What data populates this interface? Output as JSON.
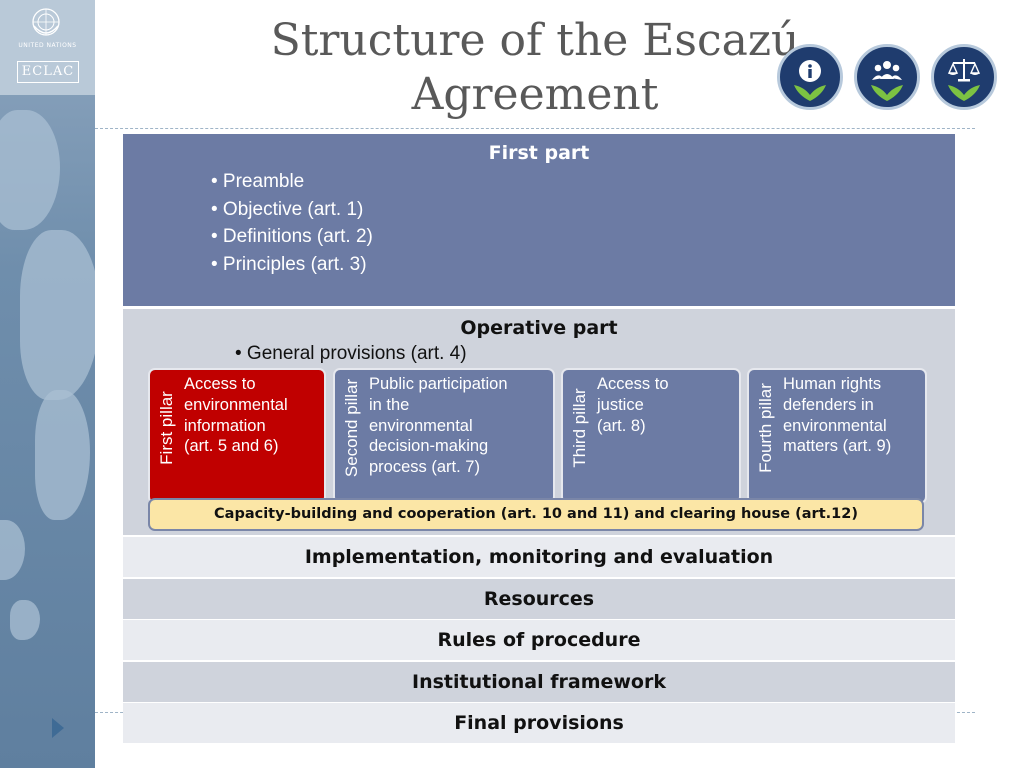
{
  "sidebar": {
    "un_text": "UNITED NATIONS",
    "eclac_text": "ECLAC"
  },
  "title": "Structure of the Escazú Agreement",
  "icons": [
    "info-icon",
    "people-icon",
    "justice-scales-icon"
  ],
  "colors": {
    "first_part": "#6c7ba4",
    "first_pillar": "#c00000",
    "capacity_bar": "#fbe6a6",
    "row_dark": "#cfd3dc",
    "row_light": "#e9ebf0"
  },
  "first_part": {
    "heading": "First part",
    "items": [
      "• Preamble",
      "• Objective (art. 1)",
      "• Definitions (art. 2)",
      "• Principles (art. 3)"
    ]
  },
  "operative_part": {
    "heading": "Operative part",
    "general": "• General provisions (art. 4)",
    "pillars": [
      {
        "label": "First pillar",
        "text": "Access to\nenvironmental\ninformation\n(art. 5 and 6)"
      },
      {
        "label": "Second pillar",
        "text": "Public participation\nin the\nenvironmental\ndecision-making\nprocess (art. 7)"
      },
      {
        "label": "Third pillar",
        "text": "Access to\njustice\n(art. 8)"
      },
      {
        "label": "Fourth pillar",
        "text": "Human rights\ndefenders in\nenvironmental\nmatters (art. 9)"
      }
    ],
    "capacity": "Capacity-building and cooperation (art. 10 and 11) and clearing house (art.12)"
  },
  "rows": [
    "Implementation, monitoring and evaluation",
    "Resources",
    "Rules of procedure",
    "Institutional framework",
    "Final provisions"
  ]
}
